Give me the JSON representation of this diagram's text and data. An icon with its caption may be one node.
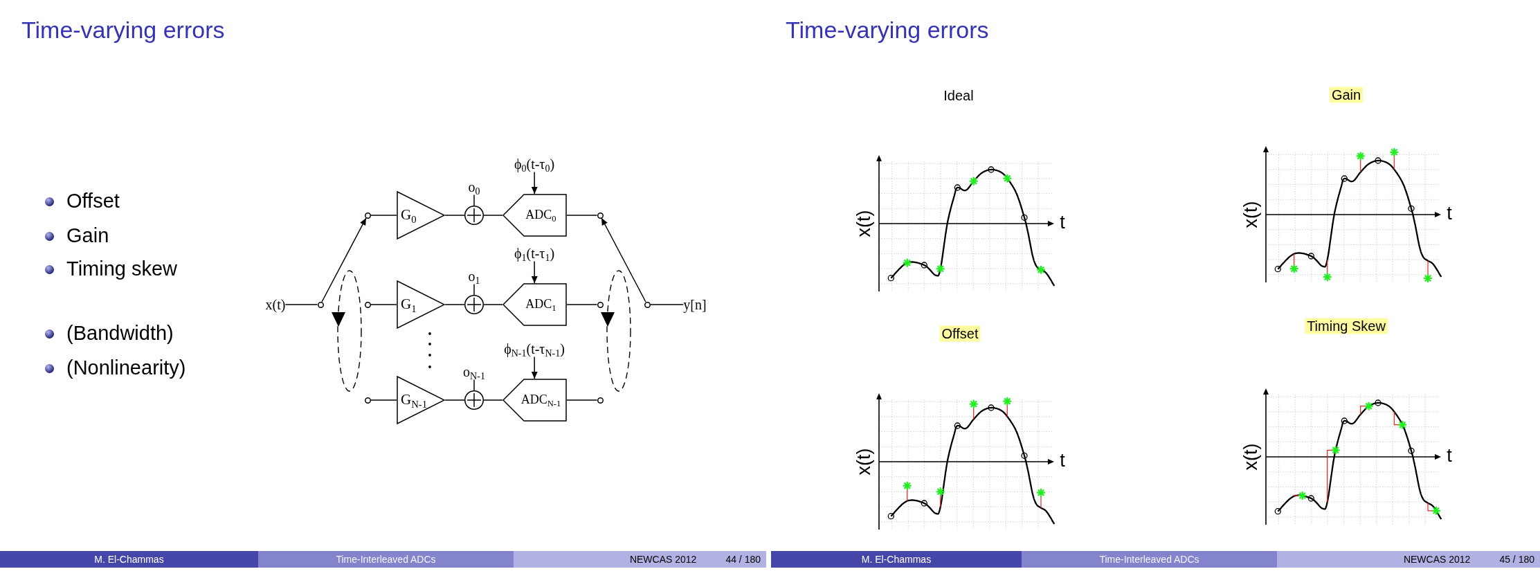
{
  "diagram": {
    "title": "Time-varying errors",
    "nodes": [
      {
        "text": [
          "x(t)"
        ]
      },
      {
        "text": [],
        "shape": "circle"
      },
      {
        "text": [],
        "shape": "circle"
      },
      {
        "text": [
          "G$_{0}$"
        ]
      },
      {
        "text": [
          "o$_{0}$"
        ]
      },
      {
        "text": [],
        "shape": "circle"
      },
      {
        "text": [
          "ϕ$_{0}$(t-τ$_{0}$)"
        ]
      },
      {
        "text": [
          "ADC$_{0}$"
        ]
      },
      {
        "text": [],
        "shape": "circle"
      },
      {
        "text": [],
        "shape": "circle"
      },
      {
        "text": [
          "G$_{1}$"
        ]
      },
      {
        "text": [
          "o$_{1}$"
        ]
      },
      {
        "text": [],
        "shape": "circle"
      },
      {
        "text": [
          "ϕ$_{1}$(t-τ$_{1}$)"
        ]
      },
      {
        "text": [
          "ADC$_{1}$"
        ]
      },
      {
        "text": [],
        "shape": "circle"
      },
      {
        "text": [],
        "shape": "circle"
      },
      {
        "text": [
          "G$_{N-1}$"
        ]
      },
      {
        "text": [
          "o$_{N-1}$"
        ]
      },
      {
        "text": [],
        "shape": "circle"
      },
      {
        "text": [
          "ϕ$_{N-1}$(t-τ$_{N-1}$)"
        ]
      },
      {
        "text": [
          "ADC$_{N-1}$"
        ]
      },
      {
        "text": [],
        "shape": "circle"
      },
      {
        "text": [],
        "shape": "circle"
      },
      {
        "text": [
          "y[n]"
        ]
      }
    ],
    "edges": [
      {
        "from": 0,
        "to": 1,
        "arrow": "none"
      },
      {
        "from": 1,
        "to": 2,
        "arrow": "to"
      },
      {
        "from": 2,
        "to": 3,
        "arrow": "none"
      },
      {
        "from": 3,
        "to": 5,
        "arrow": "none"
      },
      {
        "from": 4,
        "to": 5,
        "arrow": "none"
      },
      {
        "from": 5,
        "to": 7,
        "arrow": "none"
      },
      {
        "from": 6,
        "to": 7,
        "arrow": "to"
      },
      {
        "from": 7,
        "to": 8,
        "arrow": "none"
      },
      {
        "from": 9,
        "to": 10,
        "arrow": "none"
      },
      {
        "from": 10,
        "to": 12,
        "arrow": "none"
      },
      {
        "from": 11,
        "to": 12,
        "arrow": "none"
      },
      {
        "from": 12,
        "to": 14,
        "arrow": "none"
      },
      {
        "from": 13,
        "to": 14,
        "arrow": "to"
      },
      {
        "from": 14,
        "to": 15,
        "arrow": "none"
      },
      {
        "from": 16,
        "to": 17,
        "arrow": "none"
      },
      {
        "from": 17,
        "to": 19,
        "arrow": "none"
      },
      {
        "from": 18,
        "to": 19,
        "arrow": "none"
      },
      {
        "from": 19,
        "to": 21,
        "arrow": "none"
      },
      {
        "from": 20,
        "to": 21,
        "arrow": "to"
      },
      {
        "from": 21,
        "to": 22,
        "arrow": "none"
      },
      {
        "from": 23,
        "to": 8,
        "arrow": "to"
      },
      {
        "from": 23,
        "to": 24,
        "arrow": "none"
      }
    ],
    "labels": [
      "Offset",
      "Gain",
      "Timing skew",
      "(Bandwidth)",
      "(Nonlinearity)",
      "M. El-Chammas",
      "Time-Interleaved ADCs",
      "NEWCAS 2012",
      "44 / 180",
      "Time-varying errors",
      "Ideal",
      "x(t)",
      "t",
      "Gain",
      "x(t)",
      "t",
      "Offset",
      "x(t)",
      "t",
      "Timing Skew",
      "x(t)",
      "t",
      "M. El-Chammas",
      "Time-Interleaved ADCs",
      "NEWCAS 2012",
      "45 / 180"
    ]
  }
}
